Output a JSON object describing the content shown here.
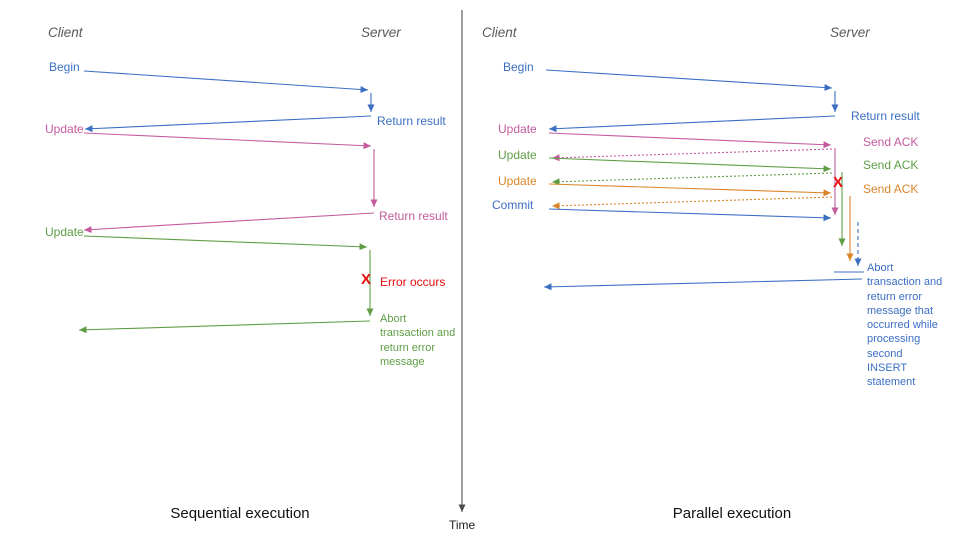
{
  "diagram": {
    "time_axis_label": "Time",
    "left_panel": {
      "title": "Sequential execution",
      "client_header": "Client",
      "server_header": "Server",
      "messages": {
        "begin": "Begin",
        "return_result_1": "Return result",
        "update_1": "Update",
        "return_result_2": "Return result",
        "update_2": "Update",
        "error_mark": "X",
        "error_label": "Error occurs",
        "abort_note": "Abort transaction and return error message"
      }
    },
    "right_panel": {
      "title": "Parallel execution",
      "client_header": "Client",
      "server_header": "Server",
      "messages": {
        "begin": "Begin",
        "return_result": "Return result",
        "update_1": "Update",
        "send_ack_1": "Send ACK",
        "update_2": "Update",
        "send_ack_2": "Send ACK",
        "update_3": "Update",
        "send_ack_3": "Send ACK",
        "commit": "Commit",
        "error_mark": "X",
        "abort_note": "Abort transaction and return error message that occurred while processing second INSERT statement"
      }
    },
    "colors": {
      "blue": "#3b6fc4",
      "pink": "#c45b9e",
      "green": "#5f9e45",
      "orange": "#d9862a",
      "red": "#e60e0e",
      "header": "#595959",
      "axis": "#4d4d4d"
    }
  }
}
